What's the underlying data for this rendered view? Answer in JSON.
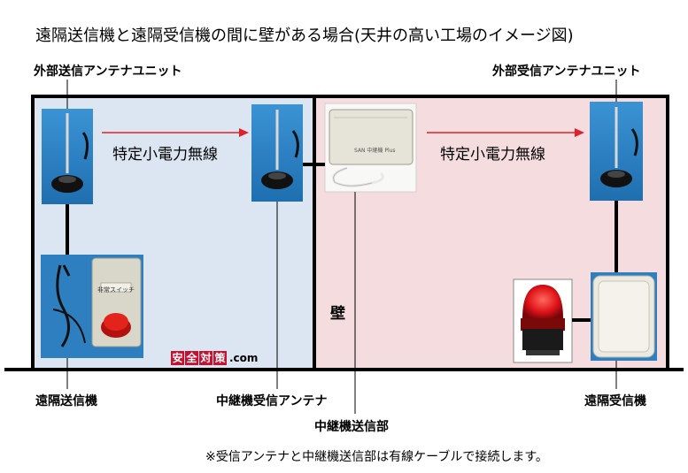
{
  "title": "遠隔送信機と遠隔受信機の間に壁がある場合(天井の高い工場のイメージ図)",
  "labels": {
    "outdoor_tx_antenna": "外部送信アンテナユニット",
    "outdoor_rx_antenna": "外部受信アンテナユニット",
    "radio_left": "特定小電力無線",
    "radio_right": "特定小電力無線",
    "wall": "壁",
    "remote_tx": "遠隔送信機",
    "relay_rx_antenna": "中継機受信アンテナ",
    "relay_tx": "中継機送信部",
    "remote_rx": "遠隔受信機"
  },
  "note": "※受信アンテナと中継機送信部は有線ケーブルで接続します。",
  "logo": {
    "chars": [
      "安",
      "全",
      "対",
      "策"
    ],
    "domain": ".com"
  },
  "device": {
    "switch_label": "非常スイッチ",
    "relay_label": "SAN 中継機 Plus"
  },
  "colors": {
    "left_room": "#dbe6f2",
    "right_room": "#f4dcdf",
    "arrow": "#e0202a",
    "antenna_bg": "#2f86c8",
    "wall_line": "#000000"
  },
  "icons": [
    "antenna-icon",
    "arrow-right-icon",
    "emergency-button-icon",
    "relay-box-icon",
    "warning-light-icon",
    "receiver-box-icon"
  ]
}
